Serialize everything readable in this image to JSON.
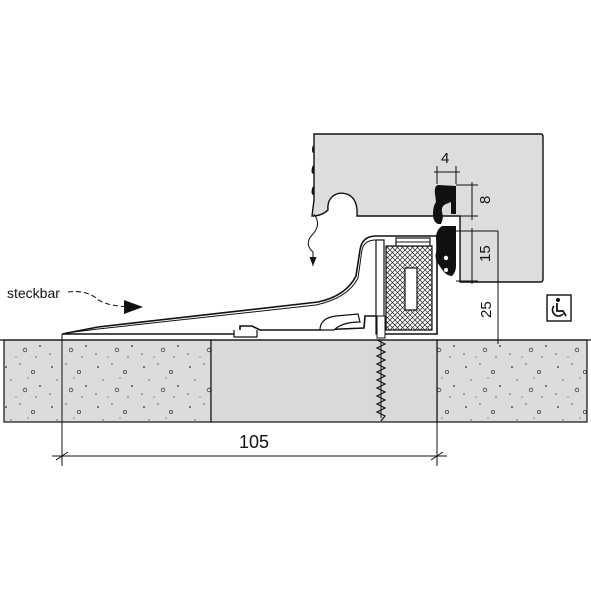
{
  "labels": {
    "steckbar": "steckbar"
  },
  "dimensions": {
    "threshold_width": "105",
    "gap_top": "4",
    "seal_height": "8",
    "seal_drop": "15",
    "floor_to_door": "25"
  },
  "icons": {
    "accessibility": "wheelchair-accessible-icon"
  },
  "colors": {
    "door": "#dddddd",
    "concrete": "#dcdcdc",
    "insert": "#d9d9d9",
    "seal": "#111111",
    "line": "#111111"
  }
}
